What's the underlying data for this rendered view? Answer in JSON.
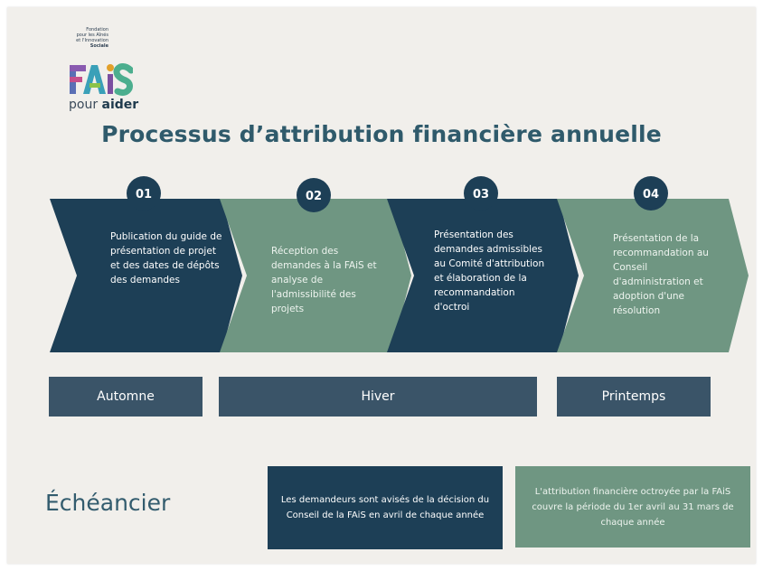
{
  "logo": {
    "line1": "Fondation",
    "line2": "pour les Aînés",
    "line3": "et l'Innovation",
    "line4": "Sociale",
    "mark": "FAiS",
    "tagline_prefix": "pour ",
    "tagline_bold": "aider"
  },
  "title": "Processus d’attribution financière annuelle",
  "steps": [
    {
      "number": "01",
      "text": "Publication du guide de présentation de projet et des dates de dépôts des demandes"
    },
    {
      "number": "02",
      "text": "Réception des demandes à la FAiS et analyse de l'admissibilité des projets"
    },
    {
      "number": "03",
      "text": "Présentation des demandes admissibles au Comité d'attribution et élaboration de la recommandation d'octroi"
    },
    {
      "number": "04",
      "text": "Présentation de la recommandation au Conseil d'administration et adoption d'une résolution"
    }
  ],
  "seasons": {
    "autumn": "Automne",
    "winter": "Hiver",
    "spring": "Printemps"
  },
  "timeline_heading": "Échéancier",
  "notes": {
    "dark": "Les demandeurs sont avisés de la décision du Conseil de la FAiS en avril de chaque année",
    "light": "L'attribution financière octroyée par la FAiS couvre la période du 1er avril au 31 mars de chaque année"
  },
  "colors": {
    "dark": "#1d3f56",
    "green": "#6f9682",
    "season": "#3a5468",
    "title": "#2f5a6b",
    "background": "#f1efeb"
  }
}
